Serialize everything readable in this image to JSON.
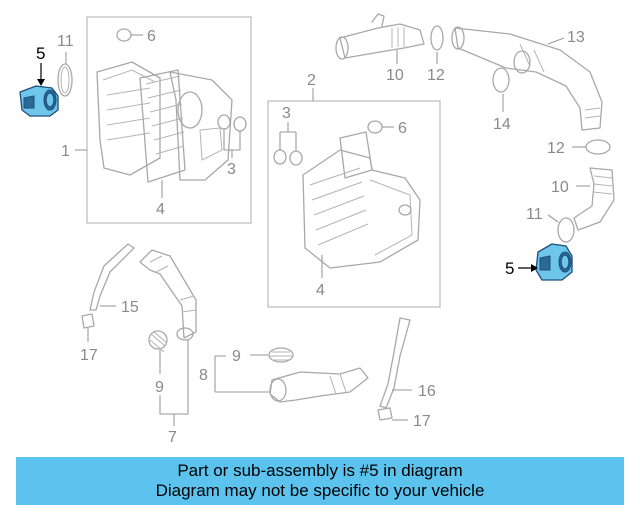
{
  "callouts": {
    "c1": "1",
    "c2": "2",
    "c3a": "3",
    "c3b": "3",
    "c4a": "4",
    "c4b": "4",
    "c5a": "5",
    "c5b": "5",
    "c6a": "6",
    "c6b": "6",
    "c7": "7",
    "c8": "8",
    "c9a": "9",
    "c9b": "9",
    "c10a": "10",
    "c10b": "10",
    "c11a": "11",
    "c11b": "11",
    "c12a": "12",
    "c12b": "12",
    "c13": "13",
    "c14": "14",
    "c15": "15",
    "c16": "16",
    "c17a": "17",
    "c17b": "17"
  },
  "banner": {
    "line1": "Part or sub-assembly is #5 in diagram",
    "line2": "Diagram may not be specific to your vehicle"
  },
  "colors": {
    "highlight_fill": "#6ec6ea",
    "banner_bg": "#5cc3ef",
    "line_gray": "#a8a8a8"
  }
}
